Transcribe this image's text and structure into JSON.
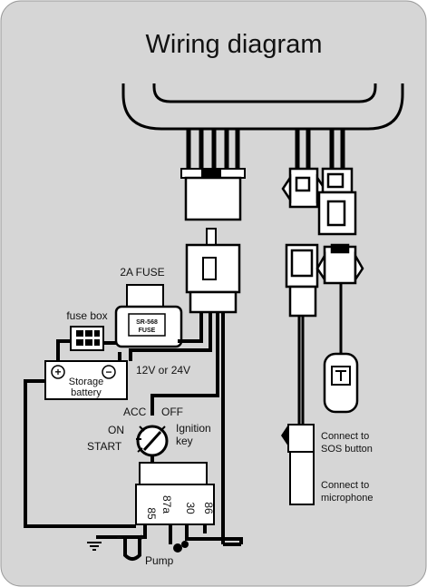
{
  "title": "Wiring diagram",
  "labels": {
    "fuse_rating": "2A FUSE",
    "fuse_box": "fuse box",
    "fuse_marking_line1": "SR-568",
    "fuse_marking_line2": "FUSE",
    "voltage": "12V or 24V",
    "battery_line1": "Storage",
    "battery_line2": "battery",
    "battery_plus": "+",
    "battery_minus": "−",
    "ignition_acc": "ACC",
    "ignition_off": "OFF",
    "ignition_on": "ON",
    "ignition_start": "START",
    "ignition_line1": "Ignition",
    "ignition_line2": "key",
    "relay_pin_85": "85",
    "relay_pin_87a": "87a",
    "relay_pin_30": "30",
    "relay_pin_86": "86",
    "pump_minus": "−",
    "pump_plus": "+",
    "pump": "Pump",
    "sos_line1": "Connect to",
    "sos_line2": "SOS button",
    "mic_line1": "Connect to",
    "mic_line2": "microphone"
  }
}
